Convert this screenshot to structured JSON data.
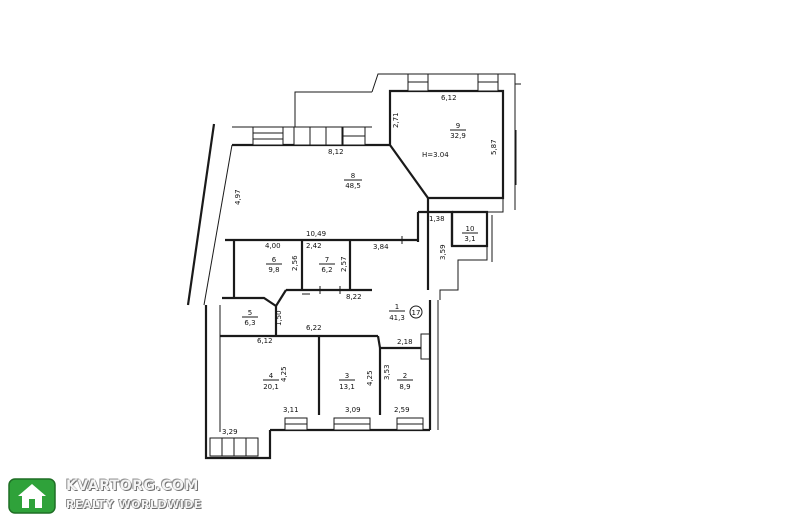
{
  "plan": {
    "rooms": [
      {
        "number": "1",
        "area": "41,3"
      },
      {
        "number": "2",
        "area": "8,9"
      },
      {
        "number": "3",
        "area": "13,1"
      },
      {
        "number": "4",
        "area": "20,1"
      },
      {
        "number": "5",
        "area": "6,3"
      },
      {
        "number": "6",
        "area": "9,8"
      },
      {
        "number": "7",
        "area": "6,2"
      },
      {
        "number": "8",
        "area": "48,5"
      },
      {
        "number": "9",
        "area": "32,9"
      },
      {
        "number": "10",
        "area": "3,1"
      }
    ],
    "height_label": "H=3.04",
    "marker": "17",
    "dimensions": [
      "6,12",
      "2,71",
      "5,87",
      "8,12",
      "4,97",
      "1,38",
      "10,49",
      "4,00",
      "2,42",
      "3,84",
      "3,59",
      "2,56",
      "2,57",
      "8,22",
      "1,50",
      "6,22",
      "6,12",
      "2,18",
      "4,25",
      "4,25",
      "3,53",
      "3,11",
      "3,09",
      "2,59",
      "3,29"
    ]
  },
  "watermark": {
    "site": "KVARTORG.COM",
    "tagline": "REALTY WORLDWIDE",
    "colors": {
      "logo_green": "#2fa23a",
      "logo_dark": "#1f6e25"
    }
  }
}
